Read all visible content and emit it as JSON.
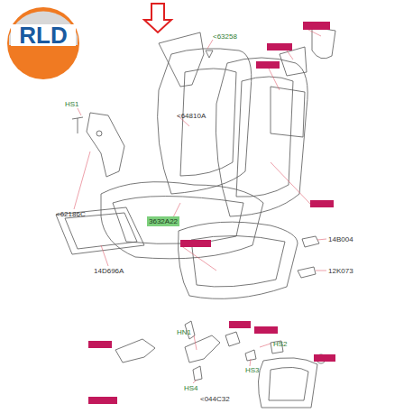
{
  "diagram": {
    "nodes": [
      {
        "text": [
          "RLD"
        ]
      },
      {
        "text": [
          "3632A22"
        ]
      }
    ],
    "labels": [
      "<63258",
      "<64810A",
      "HS1",
      "<62186C",
      "14D696A",
      "14B004",
      "12K073",
      "HN1",
      "HS2",
      "HS3",
      "HS4",
      "<044C32"
    ]
  }
}
